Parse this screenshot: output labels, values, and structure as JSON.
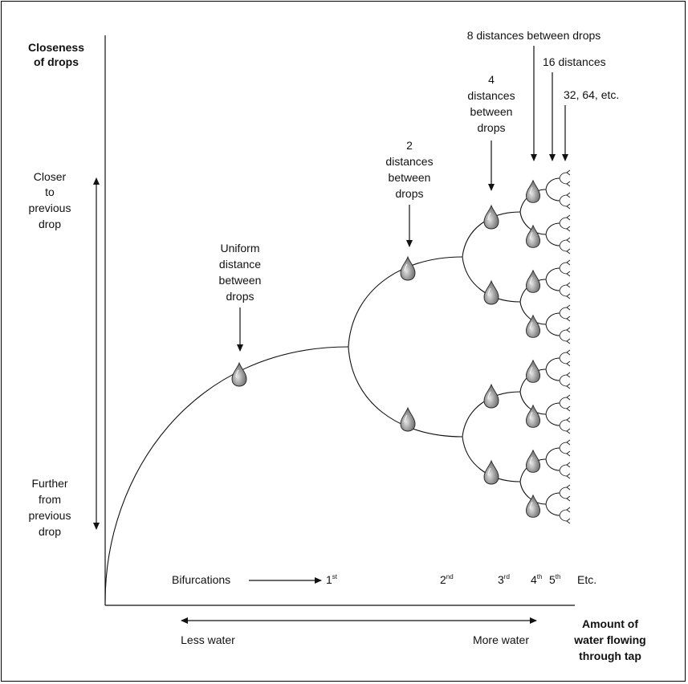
{
  "y_axis": {
    "title_line1": "Closeness",
    "title_line2": "of drops",
    "upper_lines": [
      "Closer",
      "to",
      "previous",
      "drop"
    ],
    "lower_lines": [
      "Further",
      "from",
      "previous",
      "drop"
    ]
  },
  "x_axis": {
    "title_lines": [
      "Amount of",
      "water flowing",
      "through tap"
    ],
    "left_label": "Less water",
    "right_label": "More water"
  },
  "bifurcations": {
    "label": "Bifurcations",
    "first": "1",
    "first_sup": "st",
    "second": "2",
    "second_sup": "nd",
    "third": "3",
    "third_sup": "rd",
    "fourth": "4",
    "fourth_sup": "th",
    "fifth": "5",
    "fifth_sup": "th",
    "etc": "Etc."
  },
  "annotations": {
    "uniform": [
      "Uniform",
      "distance",
      "between",
      "drops"
    ],
    "two": [
      "2",
      "distances",
      "between",
      "drops"
    ],
    "four": [
      "4",
      "distances",
      "between",
      "drops"
    ],
    "eight": "8 distances between drops",
    "sixteen": "16 distances",
    "thirtytwo": "32, 64, etc."
  },
  "colors": {
    "line": "#111111",
    "drop_fill": "#8a8a8a"
  }
}
